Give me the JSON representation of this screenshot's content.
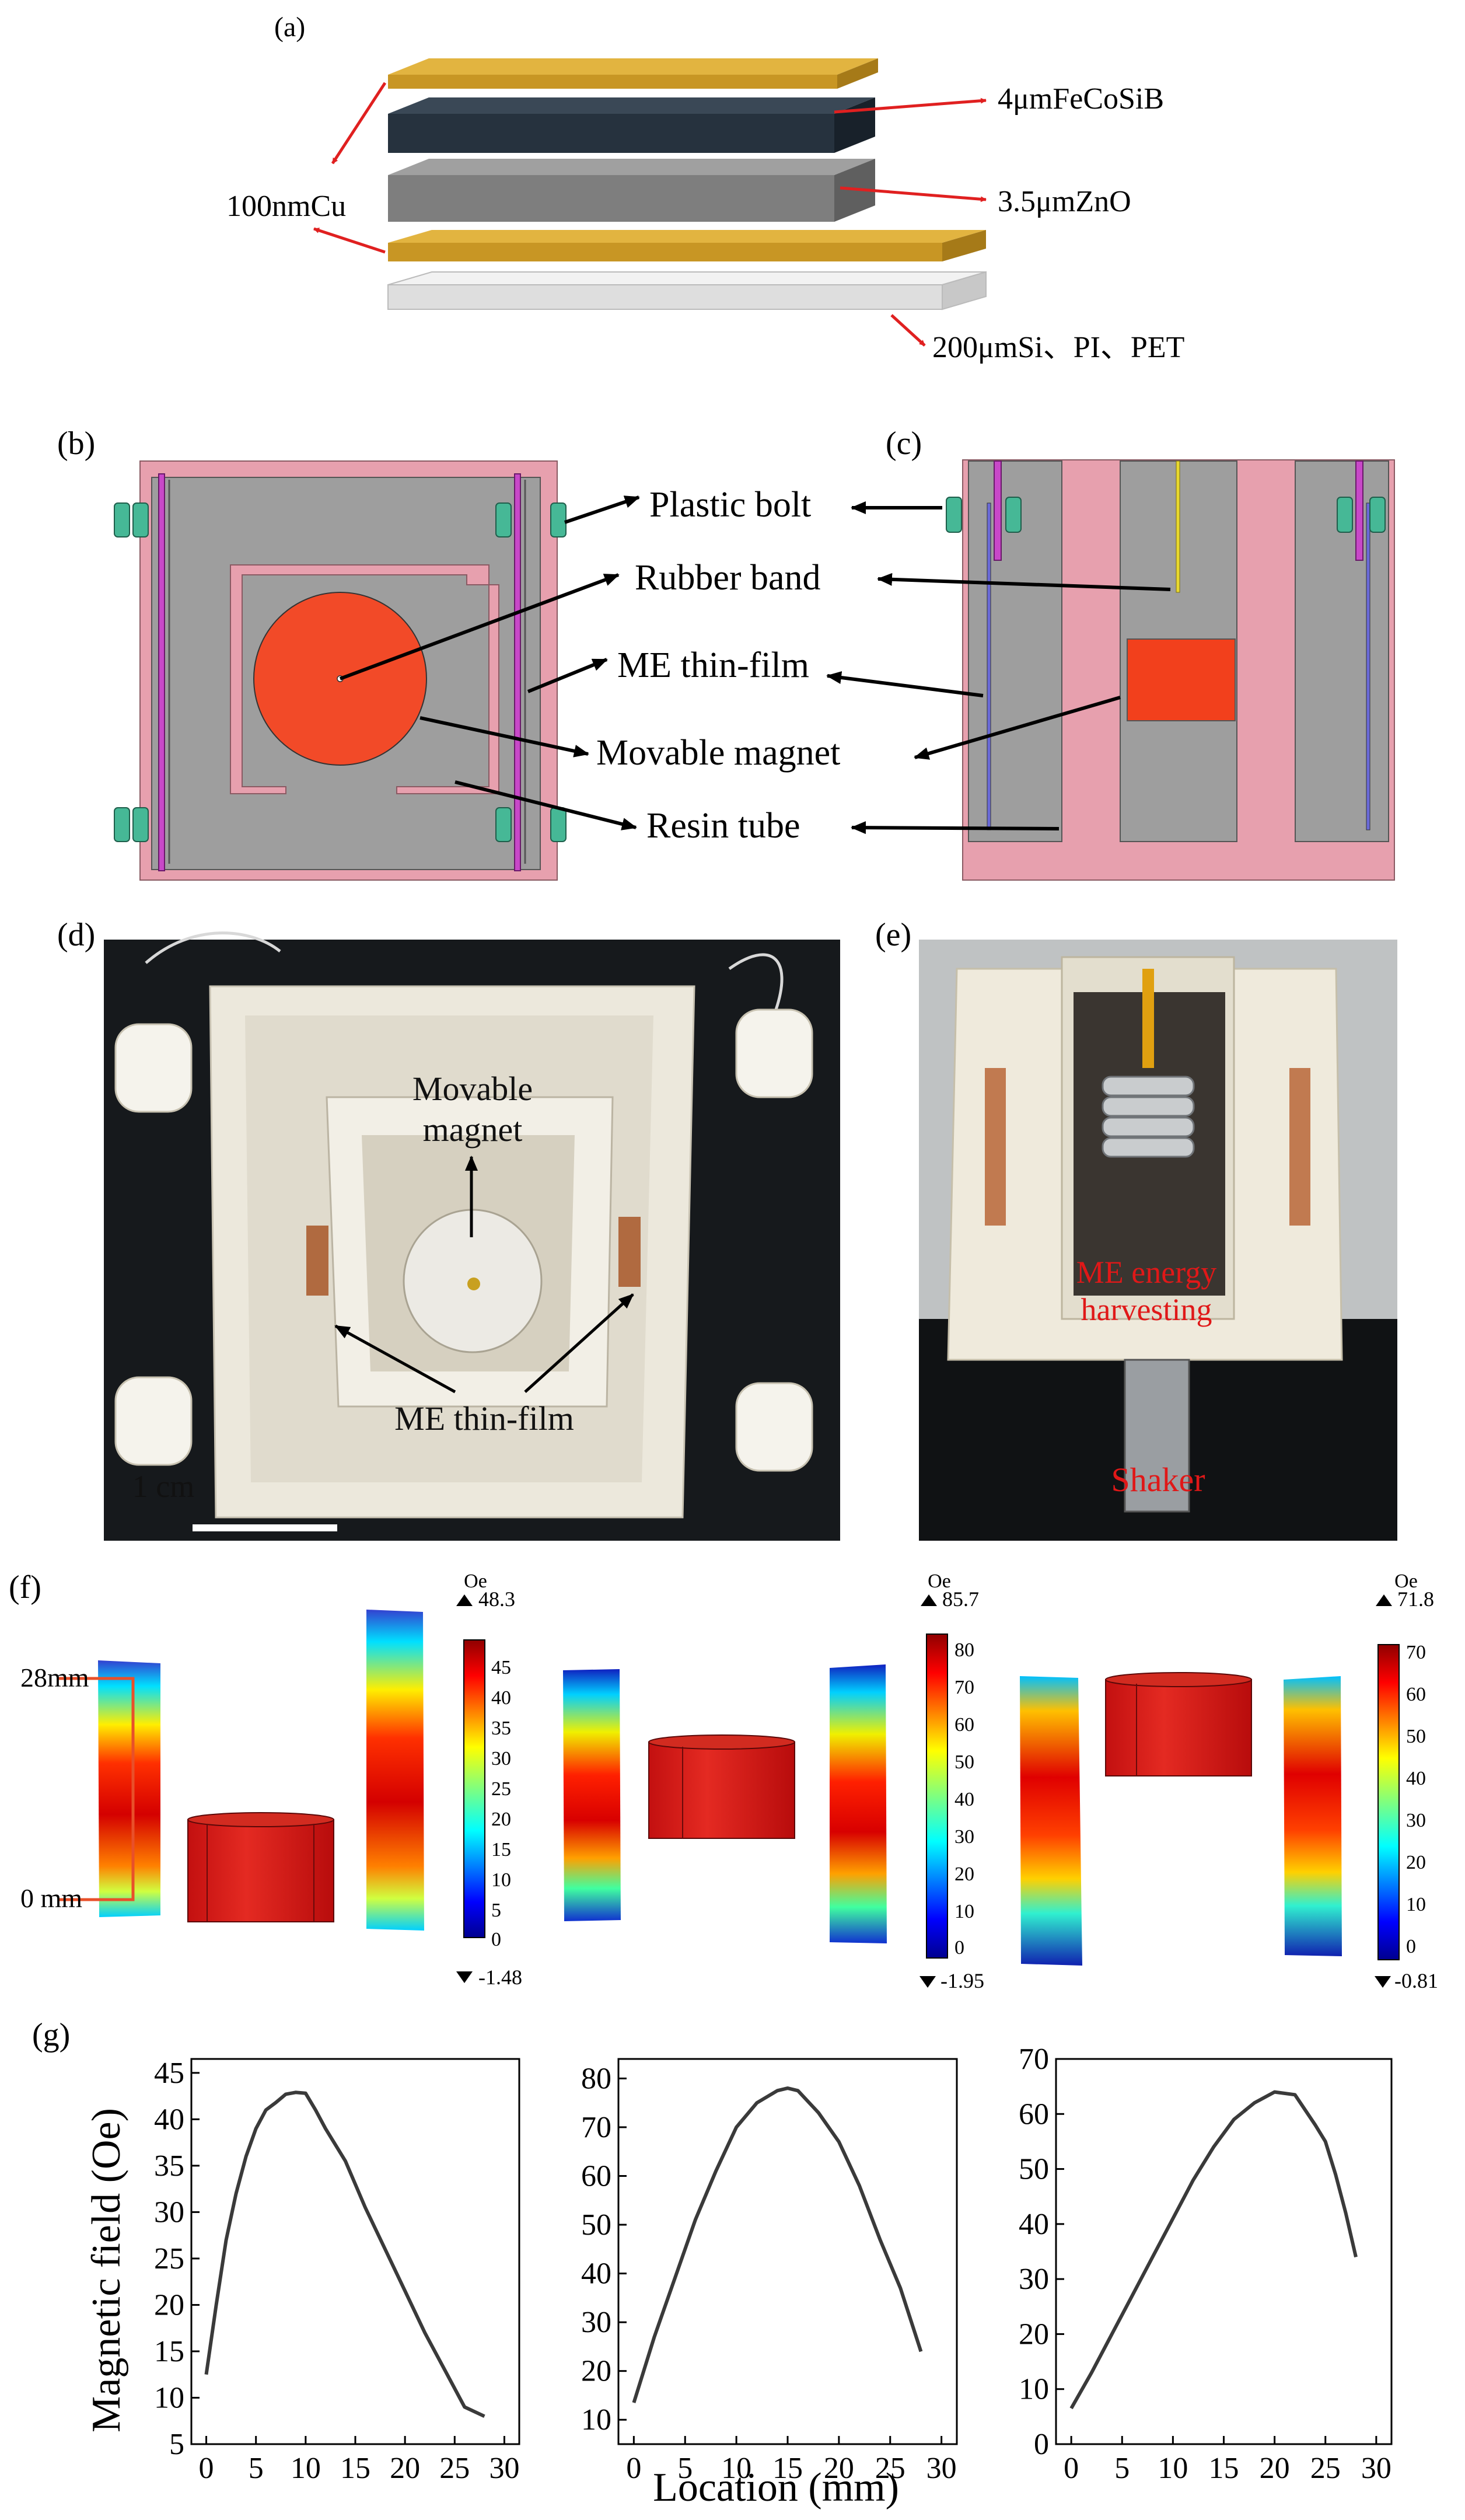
{
  "panel_a": {
    "label": "(a)",
    "layers": {
      "fecosib": "4μmFeCoSiB",
      "zno": "3.5μmZnO",
      "cu": "100nmCu",
      "substrate": "200μmSi、PI、PET"
    }
  },
  "panel_b": {
    "label": "(b)"
  },
  "panel_c": {
    "label": "(c)"
  },
  "callouts": [
    "Plastic bolt",
    "Rubber band",
    "ME thin-film",
    "Movable magnet",
    "Resin tube"
  ],
  "panel_d": {
    "label": "(d)",
    "magnet_text_1": "Movable",
    "magnet_text_2": "magnet",
    "film_text": "ME thin-film",
    "scale_text": "1 cm"
  },
  "panel_e": {
    "label": "(e)",
    "harvest_text_1": "ME energy",
    "harvest_text_2": "harvesting",
    "shaker_text": "Shaker"
  },
  "panel_f": {
    "label": "(f)",
    "unit": "Oe",
    "top_mark": "28mm",
    "bottom_mark": "0 mm",
    "colorbars": [
      {
        "max": "48.3",
        "min": "-1.48",
        "ticks": [
          "45",
          "40",
          "35",
          "30",
          "25",
          "20",
          "15",
          "10",
          "5",
          "0"
        ]
      },
      {
        "max": "85.7",
        "min": "-1.95",
        "ticks": [
          "80",
          "70",
          "60",
          "50",
          "40",
          "30",
          "20",
          "10",
          "0"
        ]
      },
      {
        "max": "71.8",
        "min": "-0.81",
        "ticks": [
          "70",
          "60",
          "50",
          "40",
          "30",
          "20",
          "10",
          "0"
        ]
      }
    ]
  },
  "panel_g": {
    "label": "(g)",
    "ylabel": "Magnetic field (Oe)",
    "xlabel": "Location (mm)"
  },
  "chart_data": [
    {
      "type": "line",
      "xlabel": "Location (mm)",
      "ylabel": "Magnetic field (Oe)",
      "xlim": [
        -1.5,
        31.5
      ],
      "ylim": [
        5,
        46.5
      ],
      "xticks": [
        0,
        5,
        10,
        15,
        20,
        25,
        30
      ],
      "yticks": [
        5,
        10,
        15,
        20,
        25,
        30,
        35,
        40,
        45
      ],
      "x": [
        0,
        1,
        2,
        3,
        4,
        5,
        6,
        7,
        8,
        9,
        10,
        11,
        12,
        14,
        16,
        18,
        20,
        22,
        24,
        26,
        28
      ],
      "y": [
        12.5,
        20,
        27,
        32,
        36,
        39,
        41,
        41.8,
        42.7,
        42.9,
        42.8,
        41,
        39,
        35.5,
        30.5,
        26,
        21.5,
        17,
        13,
        9,
        8
      ]
    },
    {
      "type": "line",
      "xlabel": "Location (mm)",
      "ylabel": "Magnetic field (Oe)",
      "xlim": [
        -1.5,
        31.5
      ],
      "ylim": [
        5,
        84
      ],
      "xticks": [
        0,
        5,
        10,
        15,
        20,
        25,
        30
      ],
      "yticks": [
        10,
        20,
        30,
        40,
        50,
        60,
        70,
        80
      ],
      "x": [
        0,
        2,
        4,
        6,
        8,
        10,
        12,
        14,
        15,
        16,
        18,
        20,
        22,
        24,
        26,
        28
      ],
      "y": [
        13.5,
        27,
        39,
        51,
        61,
        70,
        75,
        77.5,
        78,
        77.5,
        73,
        67,
        58,
        47,
        37,
        24
      ]
    },
    {
      "type": "line",
      "xlabel": "Location (mm)",
      "ylabel": "Magnetic field (Oe)",
      "xlim": [
        -1.5,
        31.5
      ],
      "ylim": [
        0,
        70
      ],
      "xticks": [
        0,
        5,
        10,
        15,
        20,
        25,
        30
      ],
      "yticks": [
        0,
        10,
        20,
        30,
        40,
        50,
        60,
        70
      ],
      "x": [
        0,
        2,
        4,
        6,
        8,
        10,
        12,
        14,
        16,
        18,
        20,
        22,
        24,
        25,
        26,
        27,
        28
      ],
      "y": [
        6.5,
        13,
        20,
        27,
        34,
        41,
        48,
        54,
        59,
        62,
        64,
        63.5,
        58,
        55,
        49,
        42,
        34
      ]
    }
  ]
}
